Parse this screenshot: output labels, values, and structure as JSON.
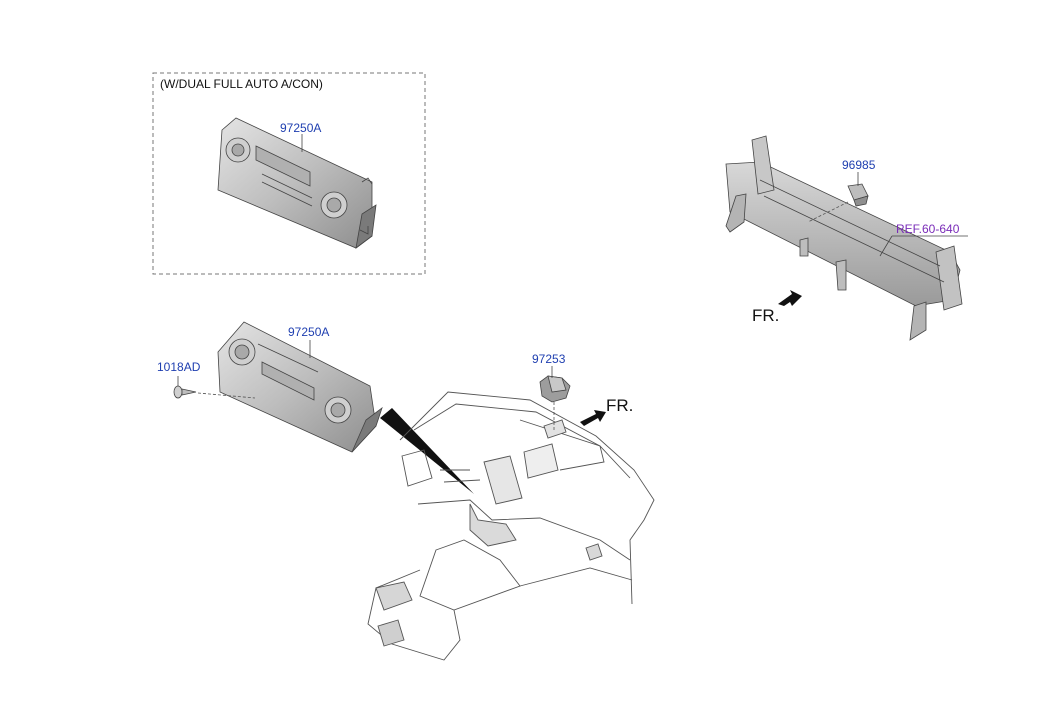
{
  "note": "(W/DUAL  FULL AUTO A/CON)",
  "labels": {
    "part_97250A_top": "97250A",
    "part_97250A": "97250A",
    "part_1018AD": "1018AD",
    "part_97253": "97253",
    "part_96985": "96985",
    "ref": "REF.60-640",
    "fr_main": "FR.",
    "fr_right": "FR."
  },
  "colors": {
    "part_label": "#1f3fb0",
    "ref_label": "#7a2cb8",
    "line": "#444444"
  }
}
